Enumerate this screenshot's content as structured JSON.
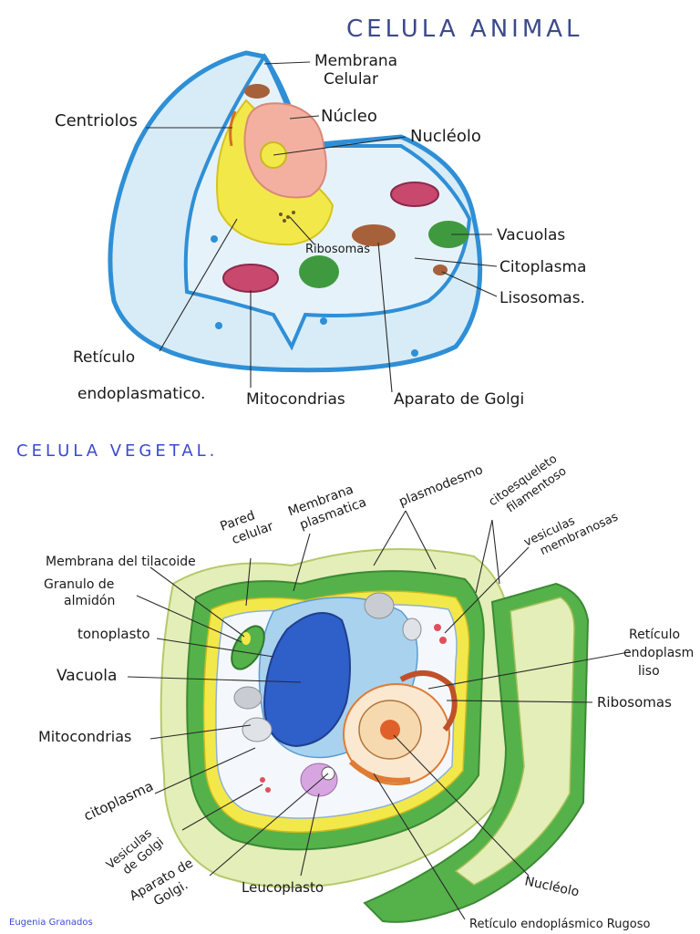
{
  "animal": {
    "title": "CELULA ANIMAL",
    "labels": {
      "membrana": [
        "Membrana",
        "Celular"
      ],
      "nucleo": "Núcleo",
      "nucleolo": "Nucléolo",
      "centriolos": "Centriolos",
      "vacuolas": "Vacuolas",
      "ribosomas": "Ribosomas",
      "citoplasma": "Citoplasma",
      "lisosomas": "Lisosomas.",
      "reticulo": [
        "Retículo",
        "endoplasmatico."
      ],
      "mitocondrias": "Mitocondrias",
      "golgi": "Aparato de Golgi"
    }
  },
  "vegetal": {
    "title": "CELULA VEGETAL.",
    "labels": {
      "pared": [
        "Pared",
        "celular"
      ],
      "membrana_plasmatica": [
        "Membrana",
        "plasmatica"
      ],
      "plasmodesmo": "plasmodesmo",
      "citoesqueleto": [
        "citoesqueleto",
        "filamentoso"
      ],
      "vesiculas_membranosas": [
        "vesiculas",
        "membranosas"
      ],
      "membrana_tilacoide": "Membrana del tilacoide",
      "granulo": [
        "Granulo de",
        "almidón"
      ],
      "tonoplasto": "tonoplasto",
      "vacuola": "Vacuola",
      "mitocondrias": "Mitocondrias",
      "citoplasma": "citoplasma",
      "vesiculas_golgi": [
        "Vesiculas",
        "de Golgi"
      ],
      "aparato_golgi": [
        "Aparato de",
        "Golgi."
      ],
      "leucoplasto": "Leucoplasto",
      "reticulo_liso": [
        "Retículo",
        "endoplasm",
        "liso"
      ],
      "ribosomas": "Ribosomas",
      "nucleolo": "Nucléolo",
      "reticulo_rugoso": "Retículo endoplásmico Rugoso"
    }
  },
  "signature": "Eugenia Granados",
  "colors": {
    "membrane_blue": "#2f8fd6",
    "cytoplasm": "#d8ecf7",
    "nucleus_pink": "#f3b0a0",
    "er_yellow": "#f3e84a",
    "mito_red": "#c9486e",
    "vacuole_green": "#3f9a3f",
    "cell_wall_green": "#55b24a",
    "wall_light": "#e4eeb8",
    "vacuole_blue": "#2f5fc9",
    "ink": "#1a1a1a"
  }
}
